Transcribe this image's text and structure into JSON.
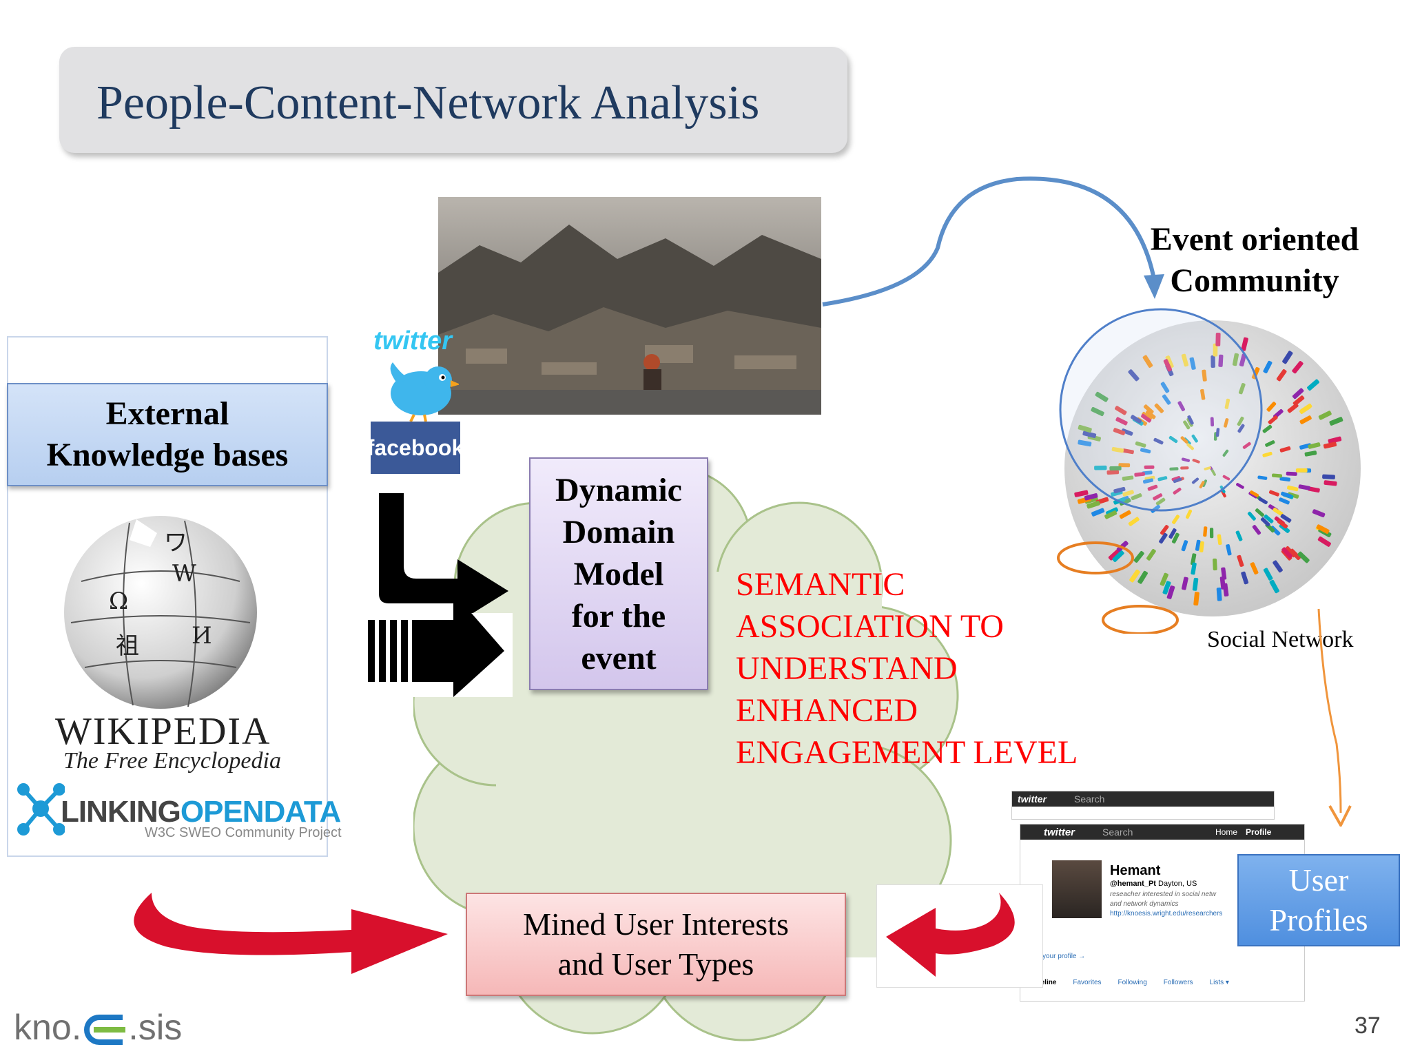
{
  "title": "People-Content-Network Analysis",
  "external_kb": {
    "line1": "External",
    "line2": "Knowledge bases"
  },
  "wikipedia": {
    "word": "WIKIPEDIA",
    "tagline": "The Free Encyclopedia"
  },
  "linking_open_data": {
    "part1": "LINKING",
    "part2": "OPENDATA",
    "subtitle": "W3C SWEO Community Project"
  },
  "twitter_logo": "twitter",
  "facebook_logo": "facebook",
  "dynamic_model": {
    "line1": "Dynamic",
    "line2": "Domain",
    "line3": "Model",
    "line4": "for the",
    "line5": "event"
  },
  "semantic": {
    "line1": "SEMANTIC",
    "line2": "ASSOCIATION TO",
    "line3": "UNDERSTAND",
    "line4": "ENHANCED",
    "line5": "ENGAGEMENT LEVEL"
  },
  "mined": {
    "line1": "Mined User Interests",
    "line2": "and User Types"
  },
  "event_community": {
    "line1": "Event oriented",
    "line2": "Community"
  },
  "social_network": "Social Network",
  "user_profiles": {
    "line1": "User",
    "line2": "Profiles"
  },
  "profile_card": {
    "brand": "twitter",
    "search": "Search",
    "home": "Home",
    "profile": "Profile",
    "name": "Hemant",
    "handle": "@hemant_Pt",
    "location": "Dayton, US",
    "bio1": "reseacher interested in social netw",
    "bio2": "and network dynamics",
    "url": "http://knoesis.wright.edu/researchers",
    "edit": "Edit your profile →",
    "tabs": [
      "Timeline",
      "Favorites",
      "Following",
      "Followers",
      "Lists ▾"
    ]
  },
  "footer": {
    "logo_left": "kno.",
    "logo_right": ".sis",
    "page": "37"
  },
  "colors": {
    "title": "#1f3a5f",
    "semantic": "#ff0000",
    "accent_blue": "#4f8fdf",
    "arrow_red": "#d8102c"
  }
}
